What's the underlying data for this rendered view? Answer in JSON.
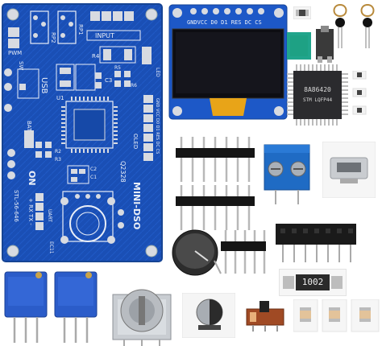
{
  "pcb": {
    "board_color": "#1a4fb5",
    "pad_color": "#d8dbe1",
    "silk_labels": {
      "rp2": "RP2",
      "rp1": "RP1",
      "input": "INPUT",
      "pwm": "PWM",
      "r4": "R4",
      "led": "LED",
      "c3": "C3",
      "r5": "R5",
      "r6": "R6",
      "usb": "USB",
      "u1": "U1",
      "sw": "SW",
      "bat": "BAT",
      "r2": "R2",
      "r3": "R3",
      "c1": "C1",
      "c2": "C2",
      "on": "ON",
      "oled": "OLED",
      "oled_pins": "GND VCC D0 D1 RES DC CS",
      "uart": "+ RX TX -",
      "uart_label": "UART",
      "ec11": "EC11",
      "mini_dso": "MINI-DSO",
      "q2328": "Q2328",
      "stl": "STL-56-646"
    }
  },
  "oled": {
    "pin_labels": "GNDVCC D0  D1 RES DC CS"
  },
  "chip": {
    "line1": "8A86420",
    "line2": "STM LQFP44"
  },
  "resistor_smd": {
    "code": "1002"
  }
}
